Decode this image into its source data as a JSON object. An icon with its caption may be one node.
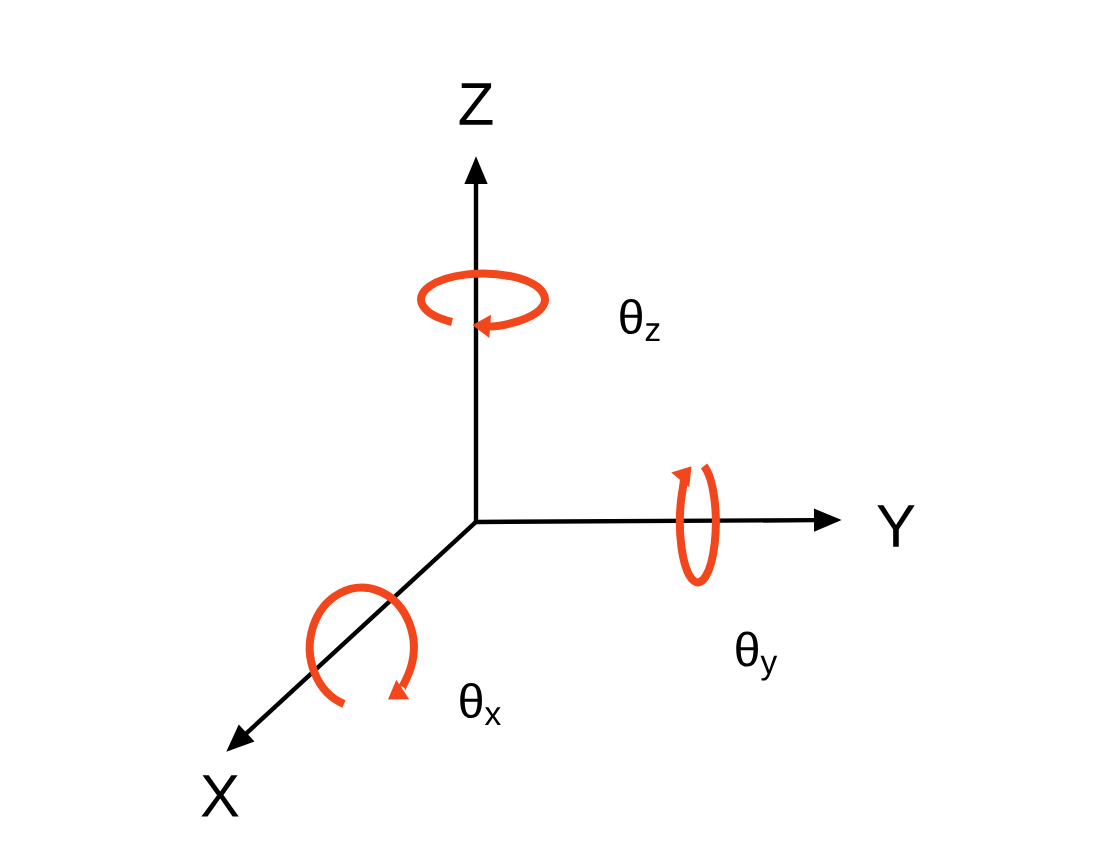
{
  "diagram": {
    "labels": [
      "Z",
      "θ$_{z}$",
      "Y",
      "θ$_{y}$",
      "θ$_{x}$",
      "X"
    ]
  }
}
